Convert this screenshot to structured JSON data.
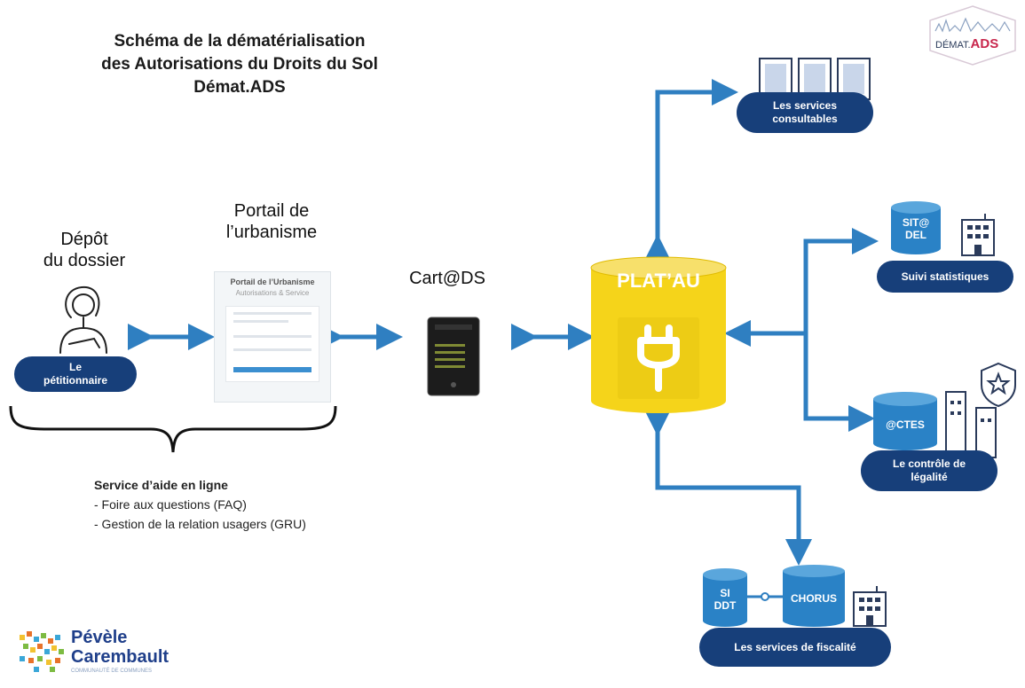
{
  "title": {
    "line1": "Schéma de la dématérialisation",
    "line2": "des Autorisations du Droits du Sol",
    "line3": "Démat.ADS"
  },
  "labels": {
    "depot_line1": "Dépôt",
    "depot_line2": "du dossier",
    "portail_line1": "Portail de",
    "portail_line2": "l’urbanisme",
    "cartads": "Cart@DS",
    "platau": "PLAT’AU"
  },
  "pills": {
    "petitionnaire_line1": "Le",
    "petitionnaire_line2": "pétitionnaire",
    "consultables_line1": "Les services",
    "consultables_line2": "consultables",
    "statistiques": "Suivi statistiques",
    "legalite_line1": "Le contrôle de",
    "legalite_line2": "légalité",
    "fiscalite": "Les services de fiscalité"
  },
  "cylinders": {
    "sitadel_line1": "SIT@",
    "sitadel_line2": "DEL",
    "actes": "@CTES",
    "siddt_line1": "SI",
    "siddt_line2": "DDT",
    "chorus": "CHORUS"
  },
  "portal_mockup": {
    "header": "Portail de l’Urbanisme",
    "subheader": "Autorisations & Service"
  },
  "aide": {
    "heading": "Service d’aide en ligne",
    "items": [
      "- Foire aux questions (FAQ)",
      "- Gestion de la relation usagers (GRU)"
    ]
  },
  "brand": {
    "demat_prefix": "DÉMAT.",
    "demat_suffix": "ADS",
    "logo_line1": "Pévèle",
    "logo_line2": "Carembault",
    "logo_tagline": "COMMUNAUTÉ DE COMMUNES"
  },
  "colors": {
    "navy": "#173f7a",
    "arrow_blue": "#2f7fc1",
    "platau_yellow": "#f5d41a",
    "cylinder_blue": "#2a82c6"
  }
}
